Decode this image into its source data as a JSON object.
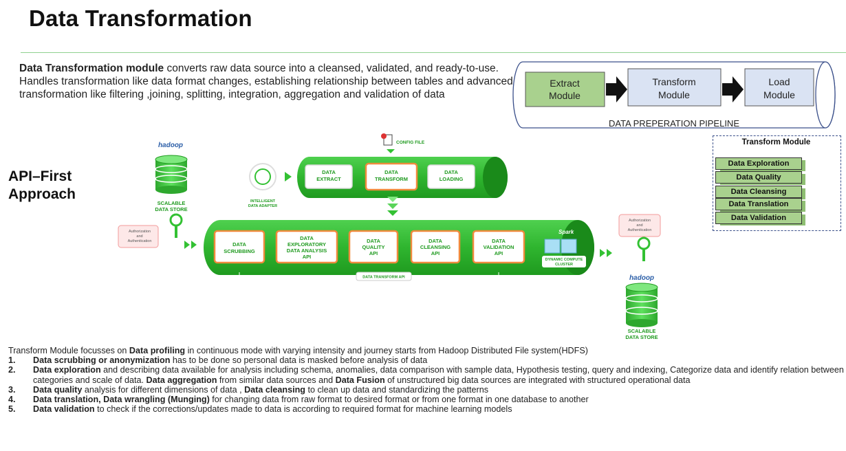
{
  "title": "Data Transformation",
  "intro": {
    "bold": "Data Transformation module",
    "text": " converts raw data source into a cleansed, validated, and ready-to-use. Handles transformation  like data format changes, establishing relationship between tables and advanced transformation like filtering ,joining, splitting, integration, aggregation  and validation of data"
  },
  "api_first": {
    "line1": "API–First",
    "line2": "Approach"
  },
  "pipeline": {
    "label": "DATA  PREPERATION PIPELINE",
    "extract": [
      "Extract",
      "Module"
    ],
    "transform": [
      "Transform",
      "Module"
    ],
    "load": [
      "Load",
      "Module"
    ]
  },
  "transform_module": {
    "title": "Transform Module",
    "items": [
      "Data Exploration",
      "Data Quality",
      "Data Cleansing",
      "Data Translation",
      "Data Validation"
    ]
  },
  "diagram": {
    "config_file": "CONFIG FILE",
    "adapter": [
      "INTELLIGENT",
      "DATA ADAPTER"
    ],
    "top_stages": [
      [
        "DATA",
        "EXTRACT"
      ],
      [
        "DATA",
        "TRANSFORM"
      ],
      [
        "DATA",
        "LOADING"
      ]
    ],
    "bottom_stages": [
      [
        "DATA",
        "SCRUBBING"
      ],
      [
        "DATA",
        "EXPLORATORY",
        "DATA ANALYSIS",
        "API"
      ],
      [
        "DATA",
        "QUALITY",
        "API"
      ],
      [
        "DATA",
        "CLEANSING",
        "API"
      ],
      [
        "DATA",
        "VALIDATION",
        "API"
      ]
    ],
    "api_label": "DATA TRANSFORM API",
    "spark": "Spark",
    "cluster": [
      "DYNAMIC COMPUTE",
      "CLUSTER"
    ],
    "hadoop": "hadoop",
    "store": [
      "SCALABLE",
      "DATA STORE"
    ],
    "auth": [
      "Authorization",
      "and",
      "Authentication"
    ]
  },
  "notes": {
    "intro_pre": "Transform Module focusses on ",
    "intro_bold": "Data profiling",
    "intro_post": " in continuous mode with varying intensity and journey starts from Hadoop Distributed File system(HDFS)",
    "items": [
      {
        "num": "1.",
        "segs": [
          {
            "b": "Data scrubbing or anonymization"
          },
          {
            "t": " has to be done so personal data is masked before analysis of data"
          }
        ]
      },
      {
        "num": "2.",
        "segs": [
          {
            "b": "Data exploration"
          },
          {
            "t": " and describing data available for analysis including schema, anomalies, data comparison with sample data, Hypothesis testing, query and indexing, Categorize data and identify relation between categories and scale of data. "
          },
          {
            "b": "Data aggregation"
          },
          {
            "t": " from similar data sources and "
          },
          {
            "b": "Data Fusion"
          },
          {
            "t": "  of unstructured big data sources are integrated with structured operational data"
          }
        ]
      },
      {
        "num": "3.",
        "segs": [
          {
            "b": "Data quality"
          },
          {
            "t": "  analysis for different dimensions of data ,  "
          },
          {
            "b": "Data cleansing"
          },
          {
            "t": " to clean up data  and standardizing the patterns"
          }
        ]
      },
      {
        "num": "4.",
        "segs": [
          {
            "b": "Data translation, Data wrangling (Munging)"
          },
          {
            "t": "  for changing data from raw  format to desired format or from one format in one database to another"
          }
        ]
      },
      {
        "num": "5.",
        "segs": [
          {
            "b": "Data validation"
          },
          {
            "t": "  to check if the corrections/updates made to data is according to required format for  machine learning models"
          }
        ]
      }
    ]
  },
  "colors": {
    "green": "#33c133",
    "dark_green": "#1f9e1f",
    "orange": "#f08a3c",
    "pipeline_green": "#a9d18e",
    "pipeline_blue": "#dae3f3"
  }
}
